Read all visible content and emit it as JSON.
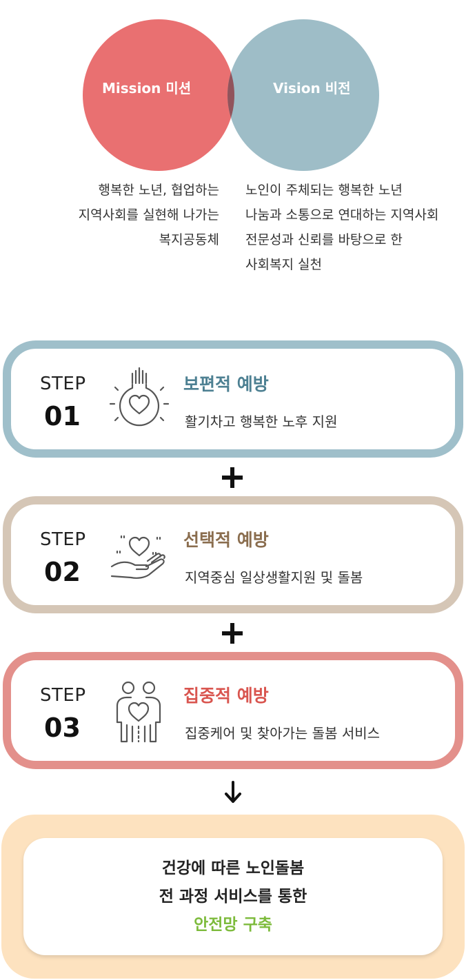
{
  "venn": {
    "mission_label": "Mission 미션",
    "vision_label": "Vision 비전",
    "mission_lines": [
      "행복한 노년, 협업하는",
      "지역사회를 실현해 나가는",
      "복지공동체"
    ],
    "vision_lines": [
      "노인이 주체되는 행복한 노년",
      "나눔과 소통으로 연대하는 지역사회",
      "전문성과 신뢰를 바탕으로 한",
      "사회복지 실천"
    ],
    "colors": {
      "mission": "#e97071",
      "vision": "#9ebdc7",
      "overlap": "#91545c"
    }
  },
  "steps": [
    {
      "word": "STEP",
      "number": "01",
      "title": "보편적 예방",
      "description": "활기차고 행복한 노후 지원",
      "icon": "lightbulb-heart-icon",
      "border_color": "#9fbfca",
      "title_color": "#4d8092"
    },
    {
      "word": "STEP",
      "number": "02",
      "title": "선택적 예방",
      "description": "지역중심 일상생활지원 및 돌봄",
      "icon": "hand-heart-icon",
      "border_color": "#d5c6b6",
      "title_color": "#8a6d4e"
    },
    {
      "word": "STEP",
      "number": "03",
      "title": "집중적 예방",
      "description": "집중케어 및 찾아가는 돌봄 서비스",
      "icon": "people-heart-icon",
      "border_color": "#e3908b",
      "title_color": "#d9554f"
    }
  ],
  "connectors": {
    "plus_icon": "plus-icon",
    "arrow_icon": "arrow-down-icon"
  },
  "result": {
    "lines": [
      "건강에 따른 노인돌봄",
      "전 과정 서비스를 통한",
      "안전망 구축"
    ],
    "highlight_color": "#7dbb3c",
    "background_color": "#fde2bf"
  }
}
